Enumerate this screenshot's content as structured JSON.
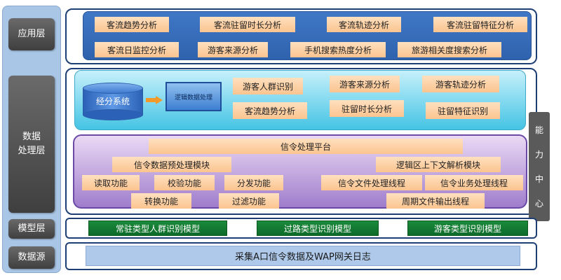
{
  "layers": {
    "application": "应用层",
    "processing_line1": "数据",
    "processing_line2": "处理层",
    "model": "模型层",
    "source": "数据源"
  },
  "application_items": [
    "客流趋势分析",
    "客流驻留时长分析",
    "客流轨迹分析",
    "客流驻留特征分析",
    "客流日监控分析",
    "游客来源分析",
    "手机搜索热度分析",
    "旅游相关度搜索分析"
  ],
  "processing_top": {
    "database_label": "经分系统",
    "logic_label": "逻辑数据处理",
    "items": [
      "游客人群识别",
      "游客来源分析",
      "游客轨迹分析",
      "客流趋势分析",
      "驻留时长分析",
      "驻留特征识别"
    ]
  },
  "signaling": {
    "platform": "信令处理平台",
    "preprocess": "信令数据预处理模块",
    "context_parse": "逻辑区上下文解析模块",
    "functions": [
      "读取功能",
      "校验功能",
      "分发功能",
      "转换功能",
      "过滤功能"
    ],
    "threads": [
      "信令文件处理线程",
      "信令业务处理线程",
      "周期文件输出线程"
    ]
  },
  "capability_center": [
    "能",
    "力",
    "中",
    "心"
  ],
  "models": [
    "常驻类型人群识别模型",
    "过路类型识别模型",
    "游客类型识别模型"
  ],
  "data_source": "采集A口信令数据及WAP网关日志",
  "colors": {
    "app_band": "#3f78c6",
    "chip": "#fbc48f",
    "cyan_band": "#45c4e4",
    "purple_band": "#9f7dcc",
    "model_green": "#0d6b2a",
    "frame_border": "#1e3f75"
  }
}
